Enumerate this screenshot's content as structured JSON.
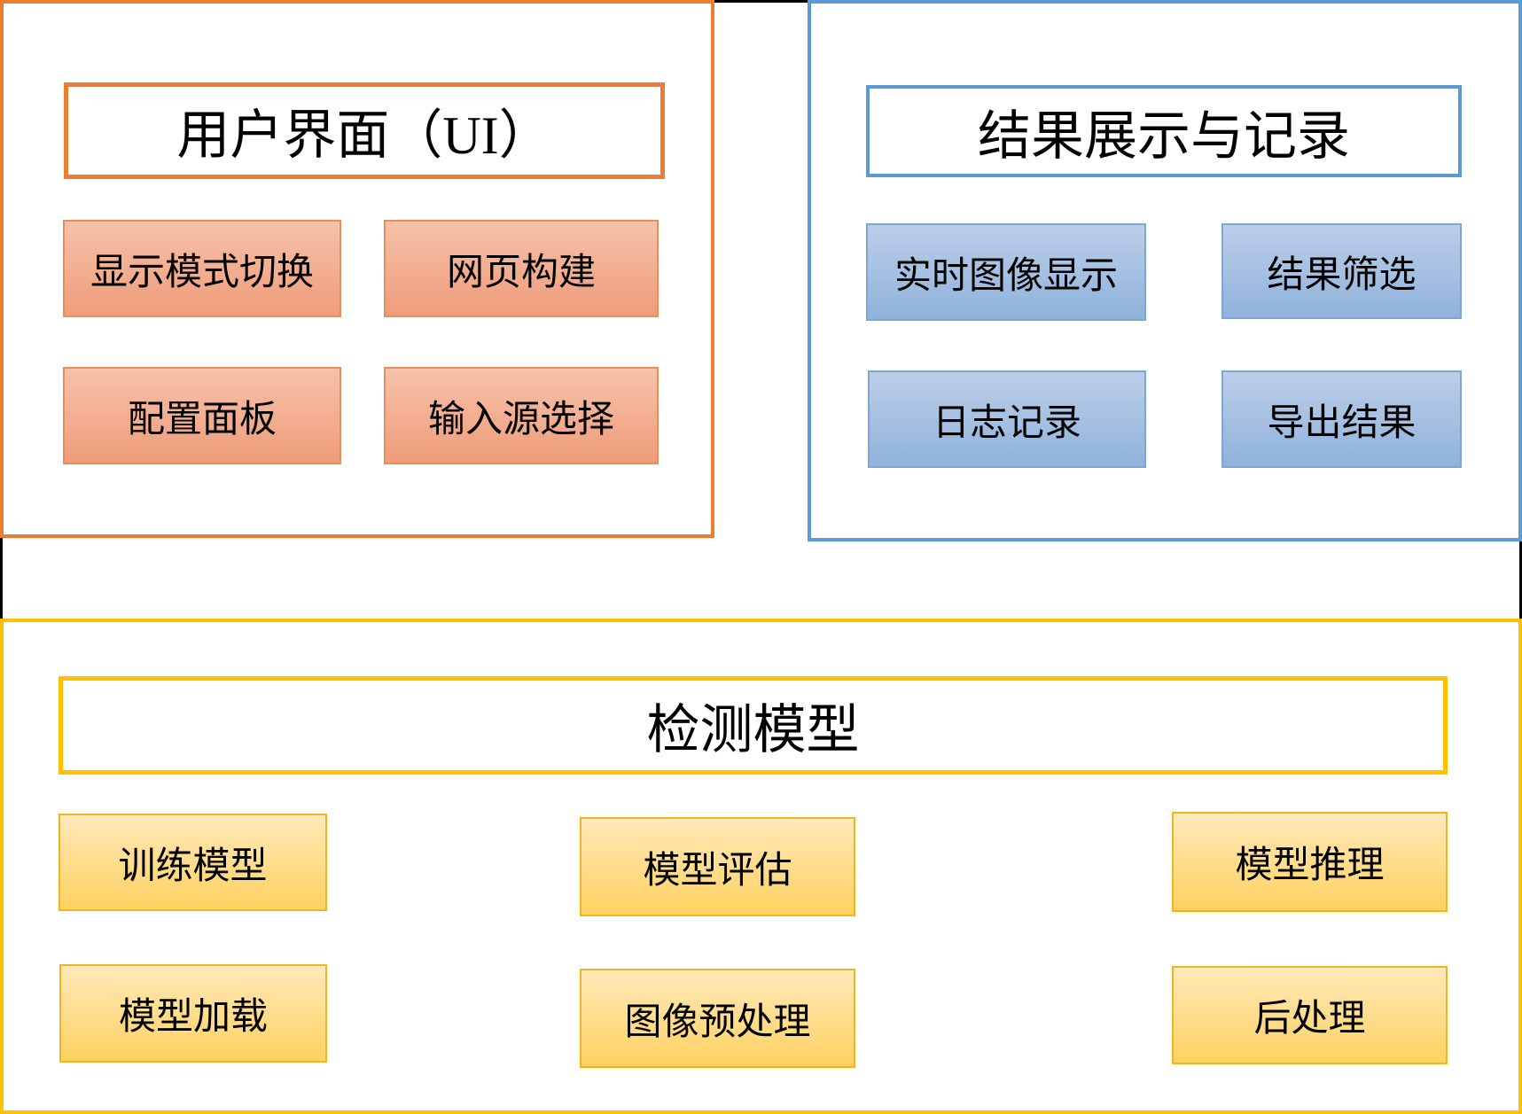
{
  "diagram": {
    "sections": {
      "ui": {
        "title": "用户界面（UI）",
        "boxes": [
          "显示模式切换",
          "网页构建",
          "配置面板",
          "输入源选择"
        ]
      },
      "results": {
        "title": "结果展示与记录",
        "boxes": [
          "实时图像显示",
          "结果筛选",
          "日志记录",
          "导出结果"
        ]
      },
      "model": {
        "title": "检测模型",
        "boxes": [
          "训练模型",
          "模型评估",
          "模型推理",
          "模型加载",
          "图像预处理",
          "后处理"
        ]
      }
    },
    "colors": {
      "orange_border": "#ED7D31",
      "orange_fill_top": "#F7C1AA",
      "orange_fill_bottom": "#EE9C79",
      "blue_border": "#5B9BD5",
      "blue_fill_top": "#BCCFE8",
      "blue_fill_bottom": "#8FB2DC",
      "gold_border": "#FFC000",
      "gold_fill_top": "#FFE9BA",
      "gold_fill_bottom": "#FFD160",
      "frame": "#000000",
      "text": "#000000"
    }
  }
}
